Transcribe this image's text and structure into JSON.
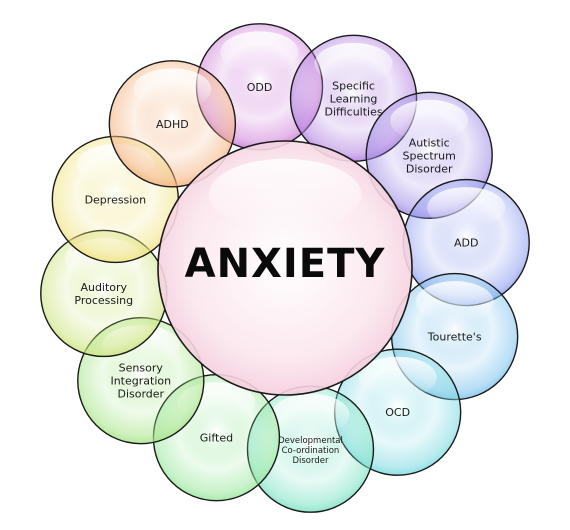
{
  "center": {
    "label": "ANXIETY",
    "fill": "#fbe6ee",
    "stroke": "#1a1a1a"
  },
  "bubbles": [
    {
      "id": "odd",
      "lines": [
        "ODD"
      ],
      "color": "#cf7fd9"
    },
    {
      "id": "sld",
      "lines": [
        "Specific",
        "Learning",
        "Difficulties"
      ],
      "color": "#b07fe0"
    },
    {
      "id": "asd",
      "lines": [
        "Autistic",
        "Spectrum",
        "Disorder"
      ],
      "color": "#9f8ae6"
    },
    {
      "id": "add",
      "lines": [
        "ADD"
      ],
      "color": "#8f9ff0"
    },
    {
      "id": "tourettes",
      "lines": [
        "Tourette's"
      ],
      "color": "#7fc4ee"
    },
    {
      "id": "ocd",
      "lines": [
        "OCD"
      ],
      "color": "#7fdbe2"
    },
    {
      "id": "dcd",
      "lines": [
        "Developmental",
        "Co-ordination",
        "Disorder"
      ],
      "color": "#7fe3c6"
    },
    {
      "id": "gifted",
      "lines": [
        "Gifted"
      ],
      "color": "#9be89f"
    },
    {
      "id": "sid",
      "lines": [
        "Sensory",
        "Integration",
        "Disorder"
      ],
      "color": "#a8e68a"
    },
    {
      "id": "auditory",
      "lines": [
        "Auditory",
        "Processing"
      ],
      "color": "#cde57f"
    },
    {
      "id": "depression",
      "lines": [
        "Depression"
      ],
      "color": "#f0e37f"
    },
    {
      "id": "adhd",
      "lines": [
        "ADHD"
      ],
      "color": "#f5b27f"
    }
  ]
}
